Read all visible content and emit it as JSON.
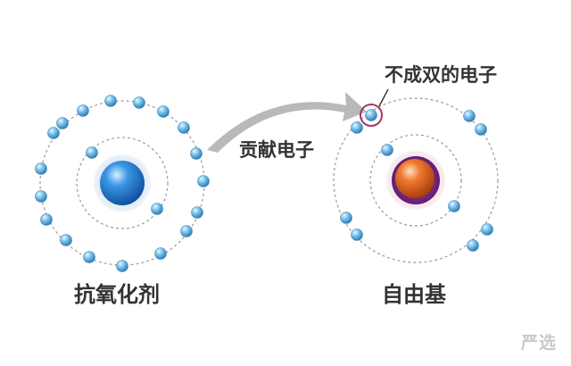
{
  "labels": {
    "antioxidant": "抗氧化剂",
    "free_radical": "自由基",
    "donate_electron": "贡献电子",
    "unpaired_electron": "不成双的电子"
  },
  "watermark": "严选",
  "colors": {
    "electron": "#5aaad9",
    "antioxidant_nucleus": "#1f74c9",
    "radical_nucleus": "#e0682a",
    "orbit": "#9b9b9b",
    "arrow": "#b9b9b9",
    "highlight_ring": "#a8346a"
  }
}
